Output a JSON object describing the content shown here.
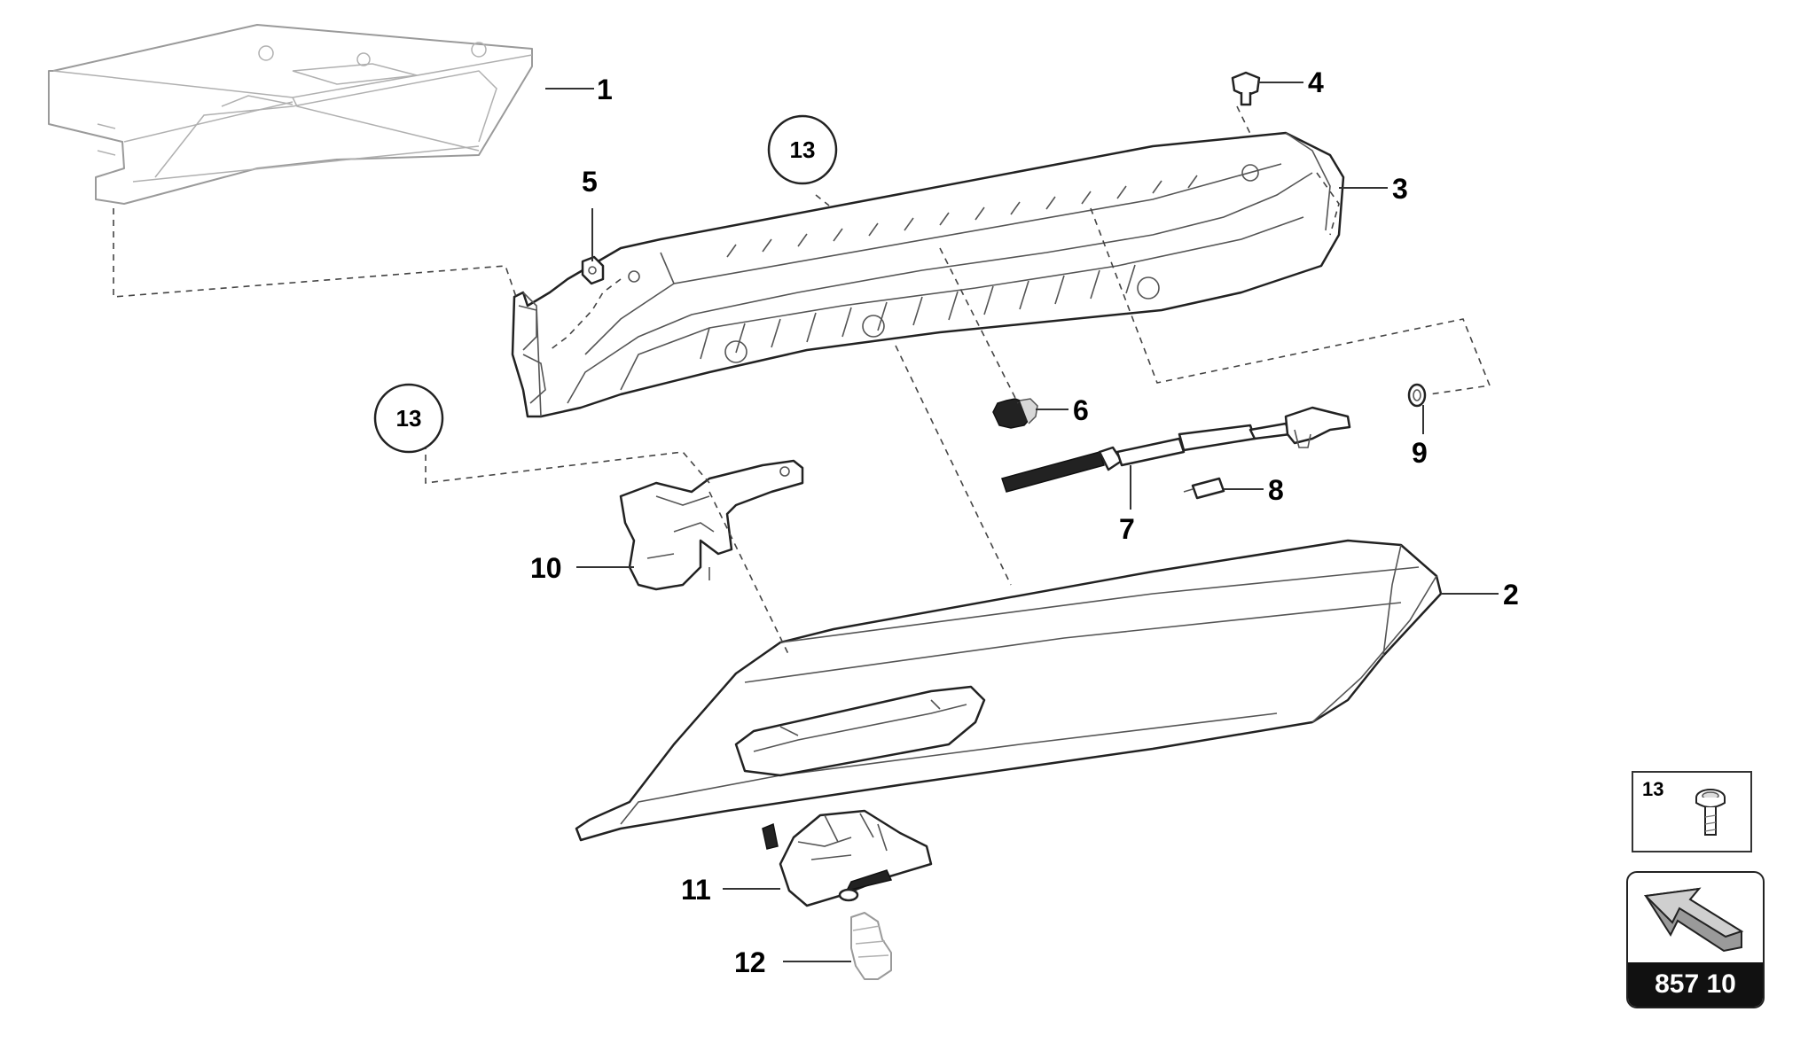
{
  "diagram": {
    "callouts": [
      "1",
      "2",
      "3",
      "4",
      "5",
      "6",
      "7",
      "8",
      "9",
      "10",
      "11",
      "12"
    ],
    "circle_refs": [
      "13",
      "13"
    ]
  },
  "legend": {
    "number": "13",
    "icon": "screw-icon"
  },
  "reference": {
    "label": "857 10",
    "icon": "arrow-icon"
  }
}
